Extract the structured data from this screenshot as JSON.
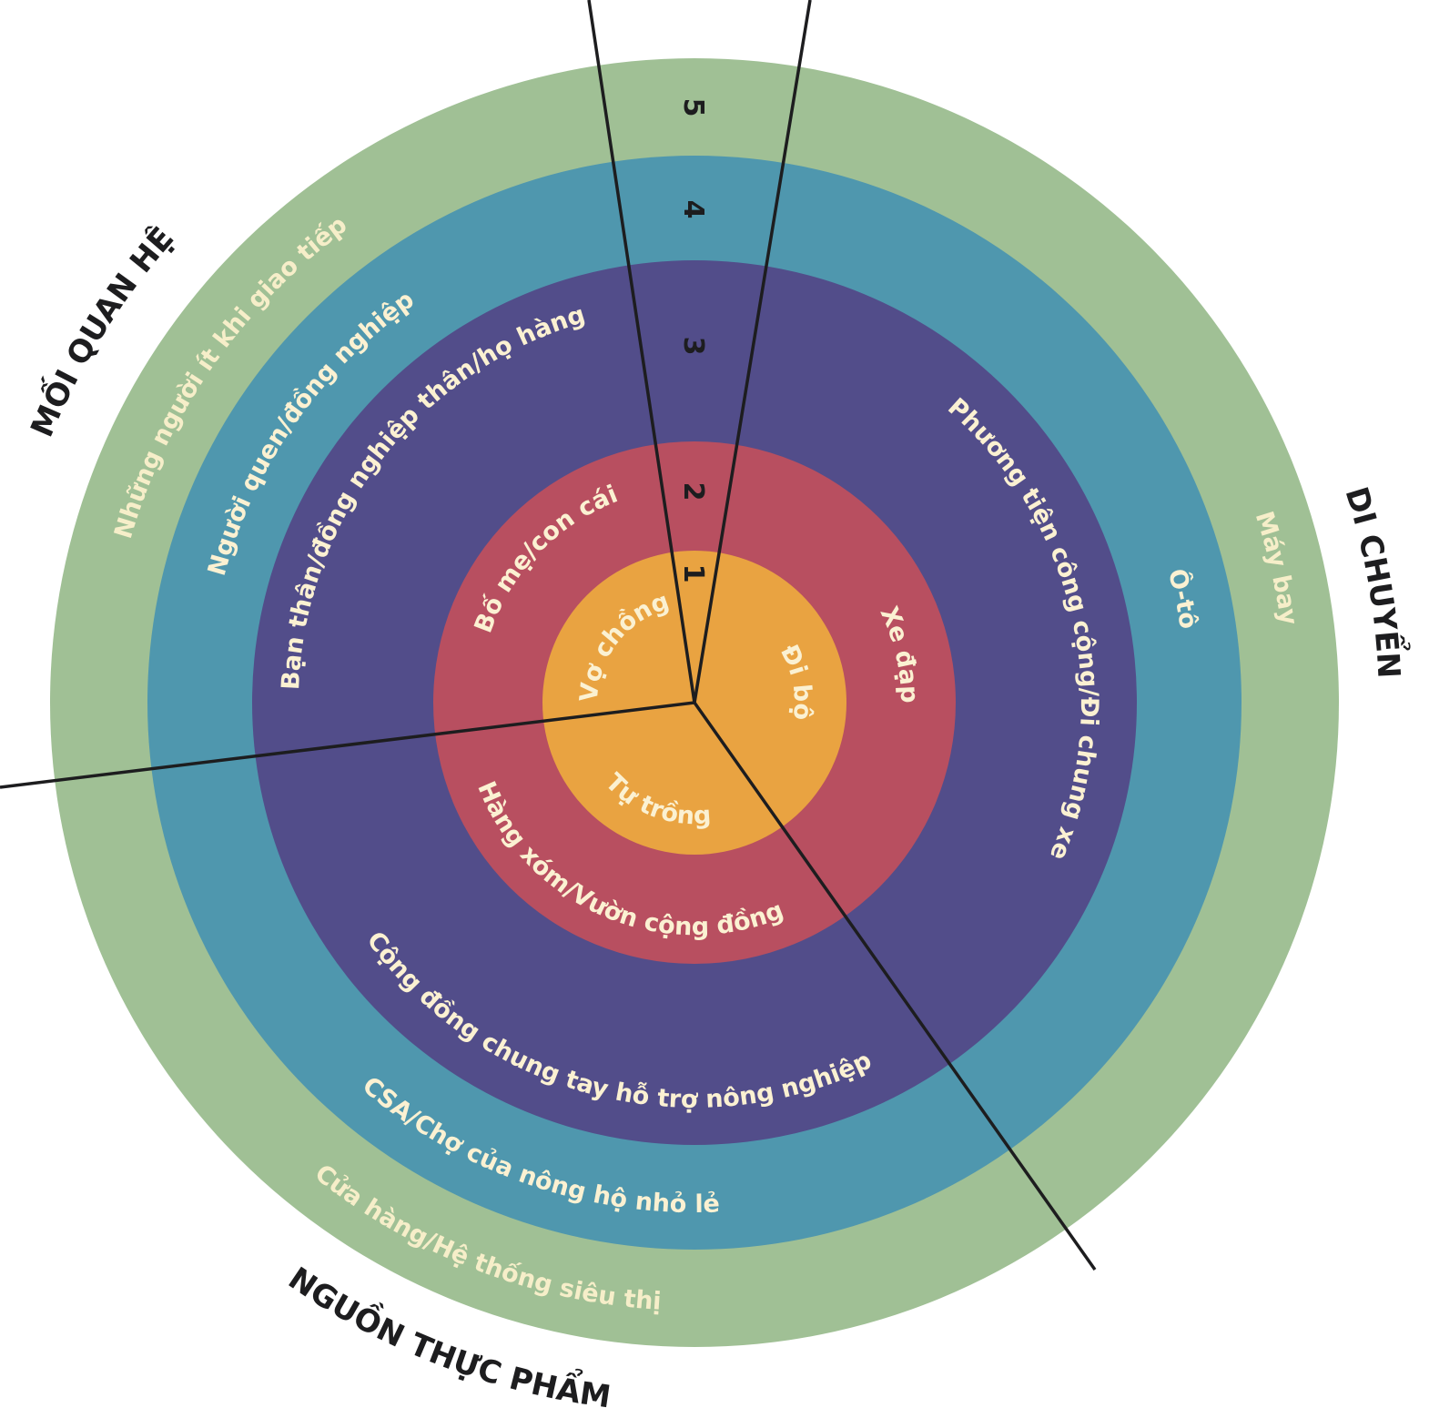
{
  "colors": {
    "ring1": "#e9a341",
    "ring2": "#b84f60",
    "ring3": "#524d8a",
    "ring4": "#4f97ae",
    "ring5": "#a0c095",
    "divider": "#1d1d1f"
  },
  "levels": [
    "1",
    "2",
    "3",
    "4",
    "5"
  ],
  "categories": {
    "relationships": "MỐI QUAN HỆ",
    "transport": "DI CHUYỂN",
    "food": "NGUỒN THỰC PHẨM"
  },
  "relationships": [
    "Vợ chồng",
    "Bố mẹ/con cái",
    "Bạn thân/đồng nghiệp thân/họ hàng",
    "Người quen/đồng nghiệp",
    "Những người ít khi giao tiếp"
  ],
  "transport": [
    "Đi bộ",
    "Xe đạp",
    "Phương tiện công cộng/Đi chung xe",
    "Ô-tô",
    "Máy bay"
  ],
  "food": [
    "Tự trồng",
    "Hàng xóm/Vườn cộng đồng",
    "Cộng đồng chung tay hỗ trợ nông nghiệp",
    "CSA/Chợ của nông hộ nhỏ lẻ",
    "Cửa hàng/Hệ thống siêu thị"
  ]
}
